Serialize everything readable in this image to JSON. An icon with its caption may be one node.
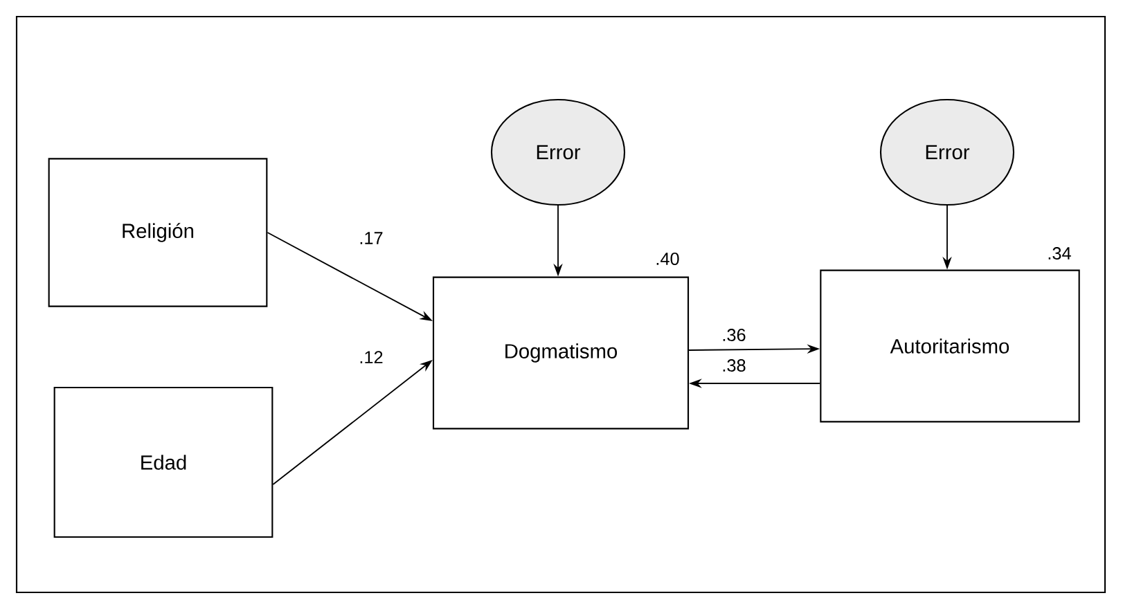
{
  "diagram": {
    "nodes": [
      {
        "text": [
          "Religión"
        ]
      },
      {
        "text": [
          "Edad"
        ]
      },
      {
        "text": [
          "Dogmatismo"
        ],
        "beside": [
          ".40"
        ]
      },
      {
        "text": [
          "Autoritarismo"
        ],
        "beside": [
          ".34"
        ]
      },
      {
        "text": [
          "Error"
        ]
      },
      {
        "text": [
          "Error"
        ]
      }
    ],
    "edges": [
      {
        "from": 0,
        "to": 2,
        "arrow": "to",
        "label": ".17"
      },
      {
        "from": 1,
        "to": 2,
        "arrow": "to",
        "label": ".12"
      },
      {
        "from": 4,
        "to": 2,
        "arrow": "to"
      },
      {
        "from": 5,
        "to": 3,
        "arrow": "to"
      },
      {
        "from": 2,
        "to": 3,
        "arrow": "to",
        "label": ".36"
      },
      {
        "from": 3,
        "to": 2,
        "arrow": "to",
        "label": ".38"
      }
    ]
  }
}
